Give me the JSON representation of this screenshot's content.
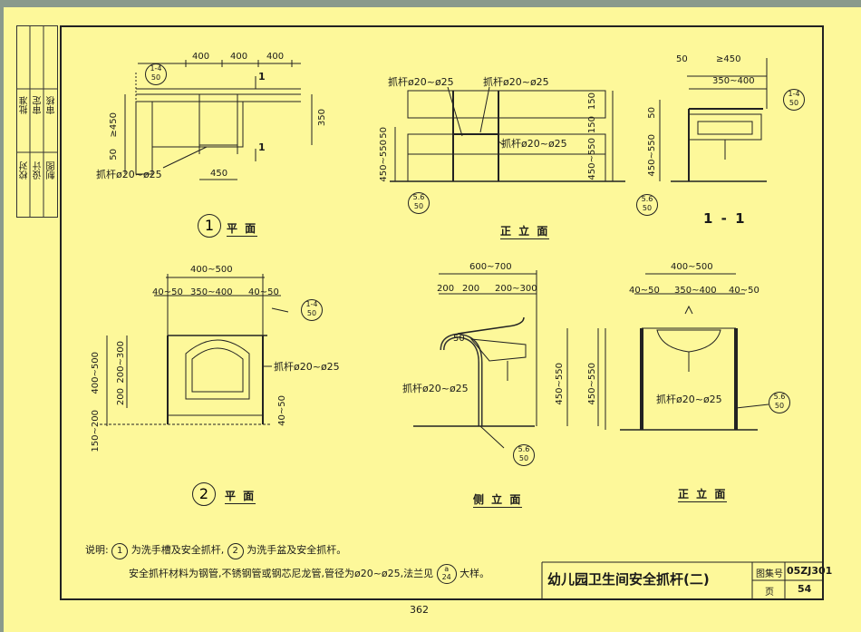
{
  "header_strip": [
    "批准",
    "审定",
    "审核",
    "校对",
    "设计",
    "制图"
  ],
  "plan1": {
    "dims_top": [
      "400",
      "400",
      "400"
    ],
    "dim_left": "≥450",
    "dim_left_small": "50",
    "dim_right": "350",
    "dim_bottom": "450",
    "section_mark": "1",
    "ref": "1-4\n50",
    "bar_label": "抓杆ø20~ø25",
    "caption_num": "1",
    "caption": "平 面"
  },
  "elev1": {
    "bar_label_a": "抓杆ø20~ø25",
    "bar_label_b": "抓杆ø20~ø25",
    "bar_label_c": "抓杆ø20~ø25",
    "dim_left_a": "50",
    "dim_left_b": "450~550",
    "dim_right_a": "150",
    "dim_right_b": "150",
    "dim_right_c": "450~550",
    "ref": "5.6\n50",
    "caption": "正 立 面"
  },
  "sect1": {
    "dims_top": [
      "50",
      "≥450",
      "350~400"
    ],
    "dim_left_a": "50",
    "dim_left_b": "450~550",
    "ref_a": "1-4\n50",
    "ref_b": "5.6\n50",
    "caption": "1 - 1"
  },
  "plan2": {
    "dim_total": "400~500",
    "dims_mid": [
      "40~50",
      "350~400",
      "40~50"
    ],
    "dims_left": [
      "400~500",
      "200~300",
      "200",
      "150~200"
    ],
    "dim_right": "40~50",
    "ref": "1-4\n50",
    "bar_label": "抓杆ø20~ø25",
    "caption_num": "2",
    "caption": "平 面"
  },
  "side2": {
    "dim_total": "600~700",
    "dims": [
      "200",
      "200",
      "200~300"
    ],
    "dim_small": "50",
    "dim_right": "450~550",
    "bar_label": "抓杆ø20~ø25",
    "ref": "5.6\n50",
    "caption": "侧 立 面"
  },
  "elev2": {
    "dim_total": "400~500",
    "dims_mid": [
      "40~50",
      "350~400",
      "40~50"
    ],
    "dim_left": "450~550",
    "bar_label": "抓杆ø20~ø25",
    "ref": "5.6\n50",
    "caption": "正 立 面"
  },
  "notes": {
    "lead": "说明:",
    "line1_a": "1",
    "line1_b": "为洗手槽及安全抓杆,",
    "line1_c": "2",
    "line1_d": "为洗手盆及安全抓杆。",
    "line2": "安全抓杆材料为钢管,不锈钢管或钢芯尼龙管,管径为ø20~ø25,法兰见",
    "line2_ref": "a\n24",
    "line2_end": "大样。"
  },
  "title_block": {
    "title": "幼儿园卫生间安全抓杆(二)",
    "atlas_label": "图集号",
    "atlas_value": "05ZJ301",
    "page_label": "页",
    "page_value": "54"
  },
  "page_number": "362"
}
